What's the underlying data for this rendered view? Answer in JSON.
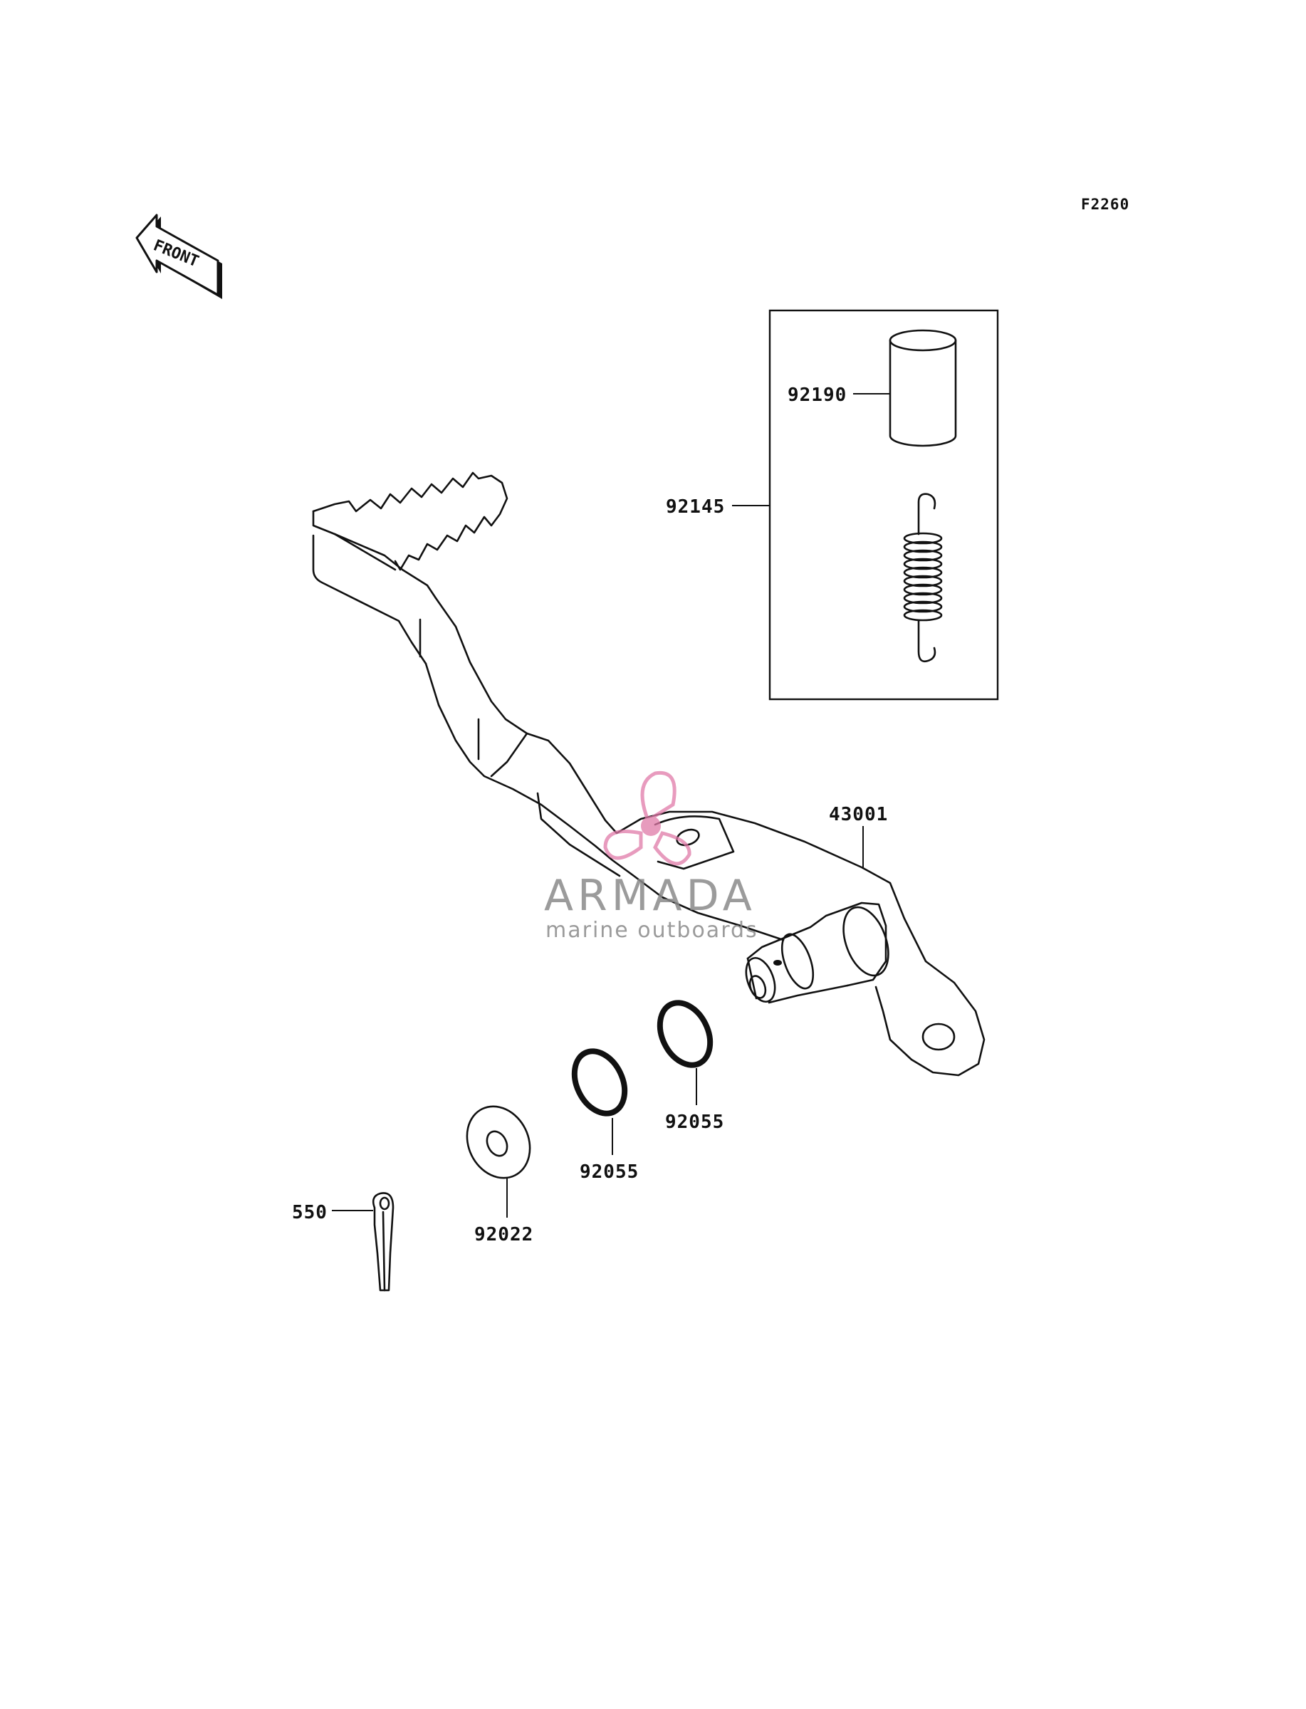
{
  "figure_code": "F2260",
  "front_marker": {
    "text": "FRONT",
    "icon": "front-direction-arrow-icon"
  },
  "parts": {
    "p43001": "43001",
    "p92145": "92145",
    "p92190": "92190",
    "p92055_a": "92055",
    "p92055_b": "92055",
    "p92022": "92022",
    "p550": "550"
  },
  "watermark": {
    "name": "ARMADA",
    "tagline": "marine outboards",
    "icon": "propeller-logo-icon",
    "accent_color": "#e07aa8"
  },
  "colors": {
    "line": "#111111",
    "background": "#ffffff"
  }
}
